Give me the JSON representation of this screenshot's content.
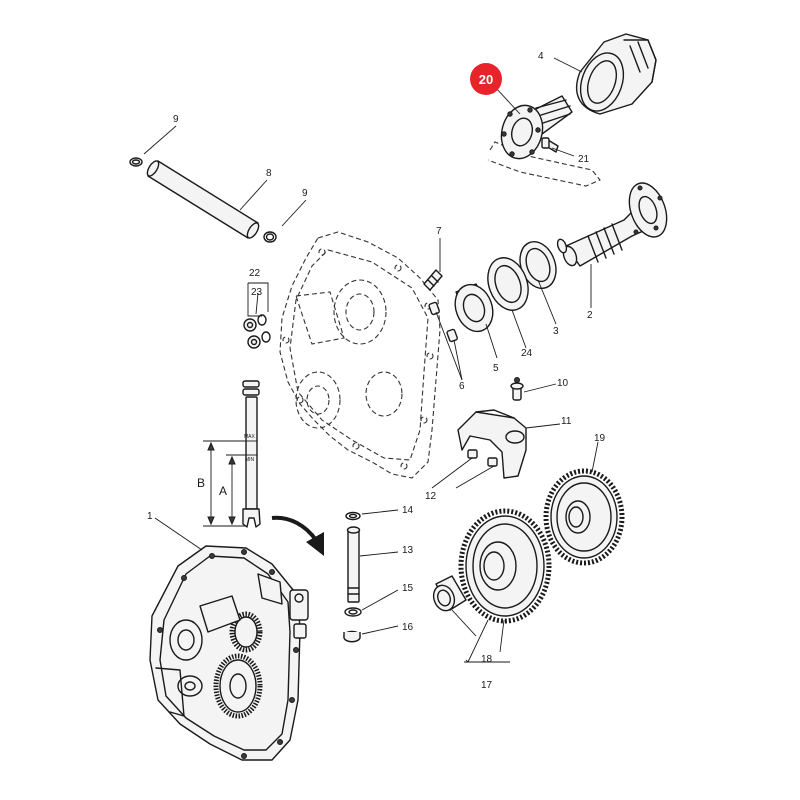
{
  "callouts": {
    "c1": "1",
    "c2": "2",
    "c3": "3",
    "c4": "4",
    "c5": "5",
    "c6": "6",
    "c7": "7",
    "c8": "8",
    "c9a": "9",
    "c9b": "9",
    "c10": "10",
    "c11": "11",
    "c12": "12",
    "c13": "13",
    "c14": "14",
    "c15": "15",
    "c16": "16",
    "c17": "17",
    "c18": "18",
    "c19": "19",
    "c20": "20",
    "c21": "21",
    "c22": "22",
    "c23": "23",
    "c24": "24"
  },
  "dipstick": {
    "max_mark": "MAX",
    "min_mark": "MIN",
    "dim_a": "A",
    "dim_b": "B"
  },
  "highlight": {
    "part": "20",
    "color": "#e8232a"
  },
  "icons": {
    "arrow": "curved-arrow-icon"
  }
}
